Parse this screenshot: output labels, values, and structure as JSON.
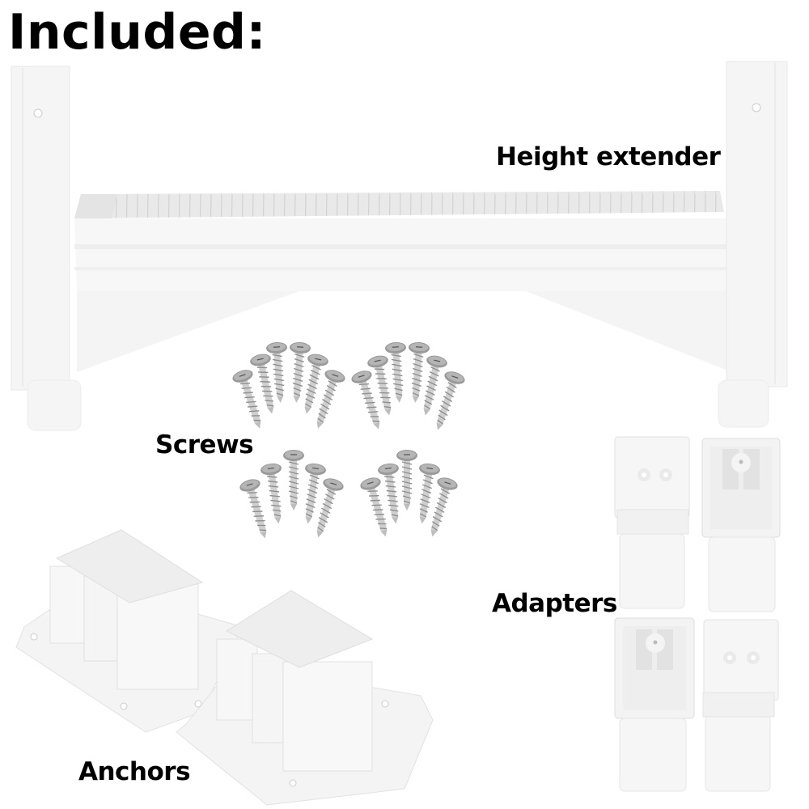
{
  "title": "Included:",
  "parts": [
    {
      "id": "height-extender",
      "label": "Height extender",
      "quantity": 1
    },
    {
      "id": "screws",
      "label": "Screws",
      "quantity": 22,
      "groups": [
        6,
        6,
        5,
        5
      ]
    },
    {
      "id": "adapters",
      "label": "Adapters",
      "quantity": 4
    },
    {
      "id": "anchors",
      "label": "Anchors",
      "quantity": 2
    }
  ],
  "colors": {
    "background": "#ffffff",
    "text": "#000000",
    "plastic": "#f4f4f4",
    "plastic_shadow": "#e3e3e3",
    "screw_metal": "#b8b8b8"
  }
}
